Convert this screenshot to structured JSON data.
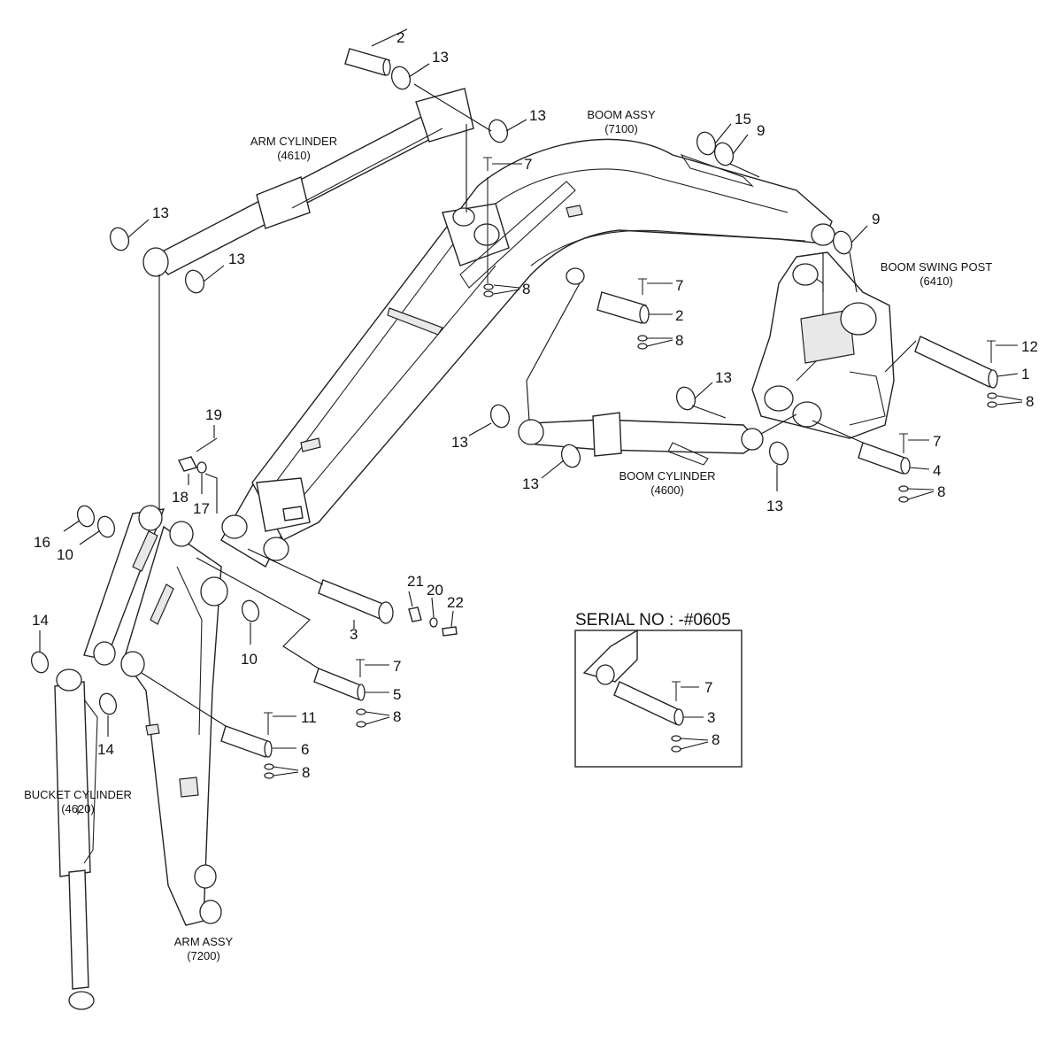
{
  "labels": {
    "arm_cylinder": "ARM CYLINDER",
    "arm_cylinder_code": "(4610)",
    "boom_assy": "BOOM ASSY",
    "boom_assy_code": "(7100)",
    "boom_swing_post": "BOOM SWING POST",
    "boom_swing_post_code": "(6410)",
    "boom_cylinder": "BOOM CYLINDER",
    "boom_cylinder_code": "(4600)",
    "bucket_cylinder": "BUCKET CYLINDER",
    "bucket_cylinder_code": "(4620)",
    "arm_assy": "ARM ASSY",
    "arm_assy_code": "(7200)",
    "serial_title": "SERIAL NO : -#0605"
  },
  "callouts": {
    "c2a": "2",
    "c13a": "13",
    "c13b": "13",
    "c7a": "7",
    "c15": "15",
    "c9a": "9",
    "c13c": "13",
    "c13d": "13",
    "c8a": "8",
    "c7b": "7",
    "c2b": "2",
    "c8b": "8",
    "c9b": "9",
    "c12": "12",
    "c1": "1",
    "c8c": "8",
    "c13e": "13",
    "c13f": "13",
    "c13g": "13",
    "c13h": "13",
    "c7c": "7",
    "c4": "4",
    "c8d": "8",
    "c19": "19",
    "c18": "18",
    "c17": "17",
    "c16": "16",
    "c10a": "10",
    "c21": "21",
    "c20": "20",
    "c22": "22",
    "c3": "3",
    "c10b": "10",
    "c14a": "14",
    "c14b": "14",
    "c7d": "7",
    "c5": "5",
    "c8e": "8",
    "c11": "11",
    "c6": "6",
    "c8f": "8",
    "c7e": "7",
    "c3b": "3",
    "c8g": "8"
  }
}
